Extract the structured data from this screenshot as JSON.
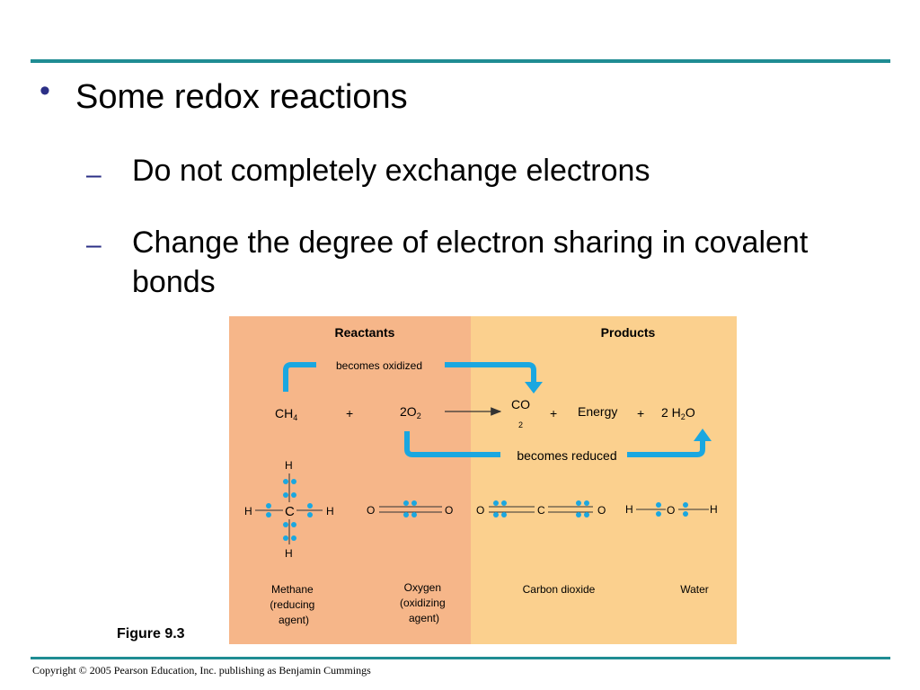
{
  "slide": {
    "bullet": "Some redox reactions",
    "subs": [
      "Do not completely exchange electrons",
      "Change the degree of electron sharing in covalent bonds"
    ],
    "dash": "–",
    "dot": "•"
  },
  "figure": {
    "reactants_header": "Reactants",
    "products_header": "Products",
    "becomes_oxidized": "becomes oxidized",
    "becomes_reduced": "becomes reduced",
    "equation": {
      "ch4_base": "CH",
      "ch4_sub": "4",
      "plus1": "+",
      "o2_base": "2O",
      "o2_sub": "2",
      "co2_base": "CO",
      "co2_sub": "2",
      "plus2": "+",
      "energy": "Energy",
      "plus3": "+",
      "h2o_pre": "2 H",
      "h2o_sub": "2",
      "h2o_post": "O"
    },
    "atoms": {
      "h": "H",
      "c": "C",
      "o": "O"
    },
    "labels": {
      "methane": [
        "Methane",
        "(reducing",
        "agent)"
      ],
      "oxygen": [
        "Oxygen",
        "(oxidizing",
        "agent)"
      ],
      "carbon_dioxide": "Carbon dioxide",
      "water": "Water"
    },
    "colors": {
      "reactants_bg": "#f6b689",
      "products_bg": "#fbd08e",
      "arrow": "#1aa7e0",
      "electron": "#1aa7e0"
    },
    "caption": "Figure 9.3"
  },
  "footer": "Copyright © 2005 Pearson Education, Inc. publishing as Benjamin Cummings"
}
